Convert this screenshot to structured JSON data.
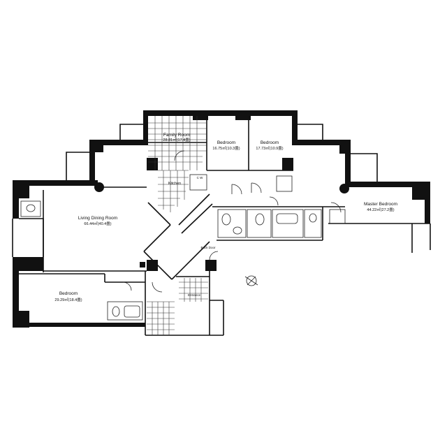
{
  "rooms": {
    "family_room": {
      "name": "Family Room",
      "size": "28.81㎡(17.4畳)"
    },
    "bedroom_1": {
      "name": "Bedroom",
      "size": "16.75㎡(10.3畳)"
    },
    "bedroom_2": {
      "name": "Bedroom",
      "size": "17.73㎡(10.9畳)"
    },
    "kitchen": {
      "name": "Kitchen"
    },
    "living_dining": {
      "name": "Living Dining Room",
      "size": "66.44㎡(40.4畳)"
    },
    "master_bedroom": {
      "name": "Master Bedroom",
      "size": "44.22㎡(27.2畳)"
    },
    "bedroom_3": {
      "name": "Bedroom",
      "size": "29.29㎡(18.4畳)"
    },
    "back_door": {
      "name": "Back Door"
    },
    "entrance": {
      "name": "Entrance"
    }
  },
  "fixtures": {
    "cw": "C W"
  }
}
